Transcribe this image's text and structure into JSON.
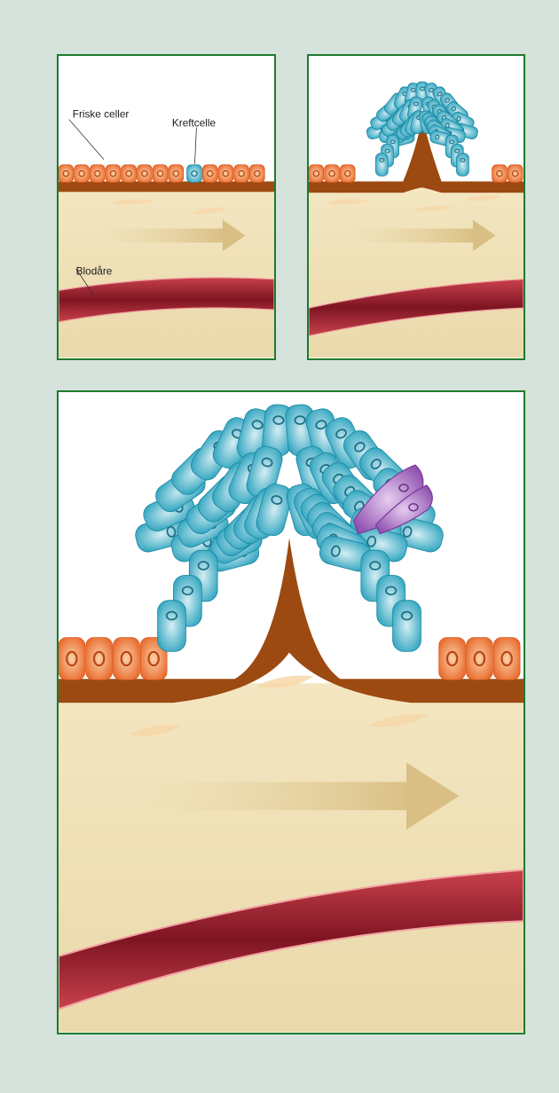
{
  "labels": {
    "healthy_cells": "Friske celler",
    "cancer_cell": "Kreftcelle",
    "blood_vessel": "Blodåre"
  },
  "colors": {
    "background": "#d5e3dc",
    "frame": "#1f7a2e",
    "tissue": "#efdfb3",
    "membrane": "#9c4a12",
    "healthy_cell": "#ee7a34",
    "cancer_cell": "#2fa9c4",
    "invasive_cell": "#9b59b6",
    "blood_vessel": "#8f1d2a",
    "arrow": "#d8c089"
  }
}
